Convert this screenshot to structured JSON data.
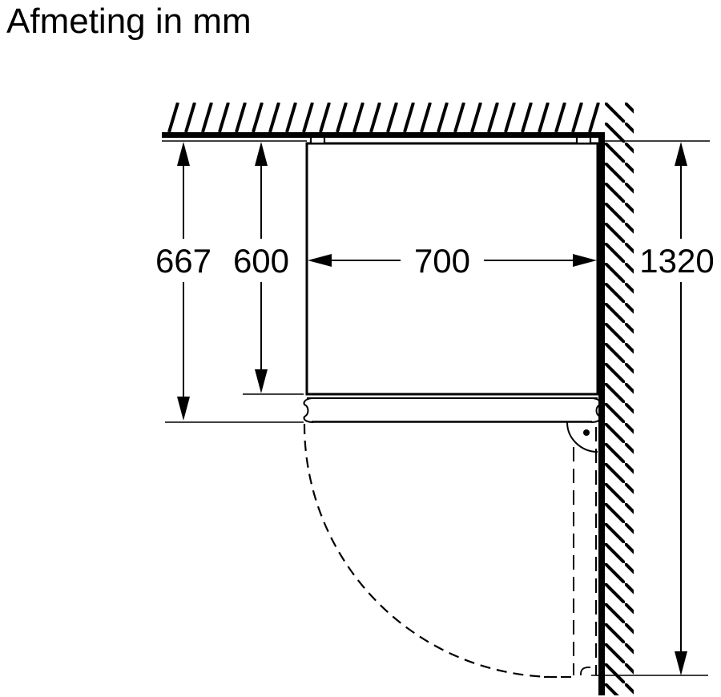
{
  "title": "Afmeting in mm",
  "dimensions": {
    "left_outer": "667",
    "left_inner": "600",
    "width": "700",
    "right_side": "1320"
  },
  "colors": {
    "ink": "#000000",
    "background": "#ffffff"
  }
}
